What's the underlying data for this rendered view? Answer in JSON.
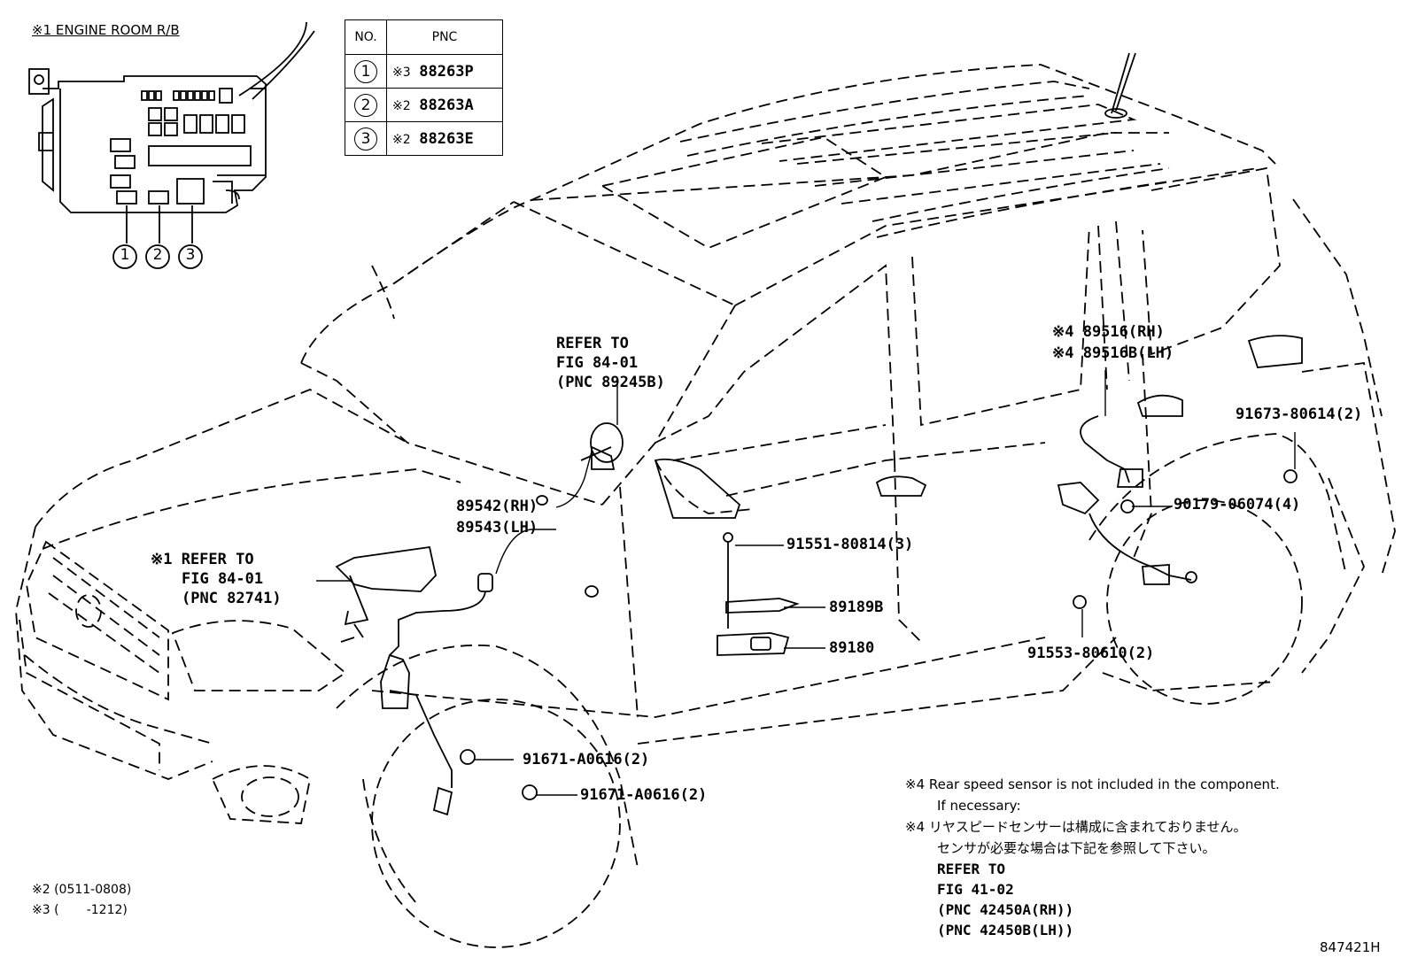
{
  "header": {
    "engine_room_title": "※1 ENGINE ROOM R/B"
  },
  "table": {
    "col_no": "NO.",
    "col_pnc": "PNC",
    "rows": [
      {
        "no": "1",
        "mark": "※3",
        "pnc": "88263P"
      },
      {
        "no": "2",
        "mark": "※2",
        "pnc": "88263A"
      },
      {
        "no": "3",
        "mark": "※2",
        "pnc": "88263E"
      }
    ]
  },
  "relay_box_callouts": [
    "1",
    "2",
    "3"
  ],
  "labels": {
    "refer_top_1": "REFER TO",
    "refer_top_2": "FIG 84-01",
    "refer_top_3": "(PNC 89245B)",
    "refer_rb_1": "※1 REFER TO",
    "refer_rb_2": "FIG 84-01",
    "refer_rb_3": "(PNC 82741)",
    "p89542": "89542(RH)",
    "p89543": "89543(LH)",
    "p89516rh": "※4 89516(RH)",
    "p89516lh": "※4 89516B(LH)",
    "p91673": "91673-80614(2)",
    "p90179": "90179-06074(4)",
    "p91551": "91551-80814(3)",
    "p89189b": "89189B",
    "p89180": "89180",
    "p91553": "91553-80610(2)",
    "p91671a": "91671-A0616(2)",
    "p91671b": "91671-A0616(2)"
  },
  "notes": {
    "n4_en_1": "※4 Rear speed sensor is not included in the component.",
    "n4_en_2": "If necessary:",
    "n4_jp_1": "※4 リヤスピードセンサーは構成に含まれておりません。",
    "n4_jp_2": "センサが必要な場合は下記を参照して下さい。",
    "refer_1": "REFER TO",
    "refer_2": "FIG 41-02",
    "refer_3": "(PNC 42450A(RH))",
    "refer_4": "(PNC 42450B(LH))",
    "date_2": "※2 (0511-0808)",
    "date_3": "※3 (       -1212)",
    "figure_id": "847421H"
  }
}
